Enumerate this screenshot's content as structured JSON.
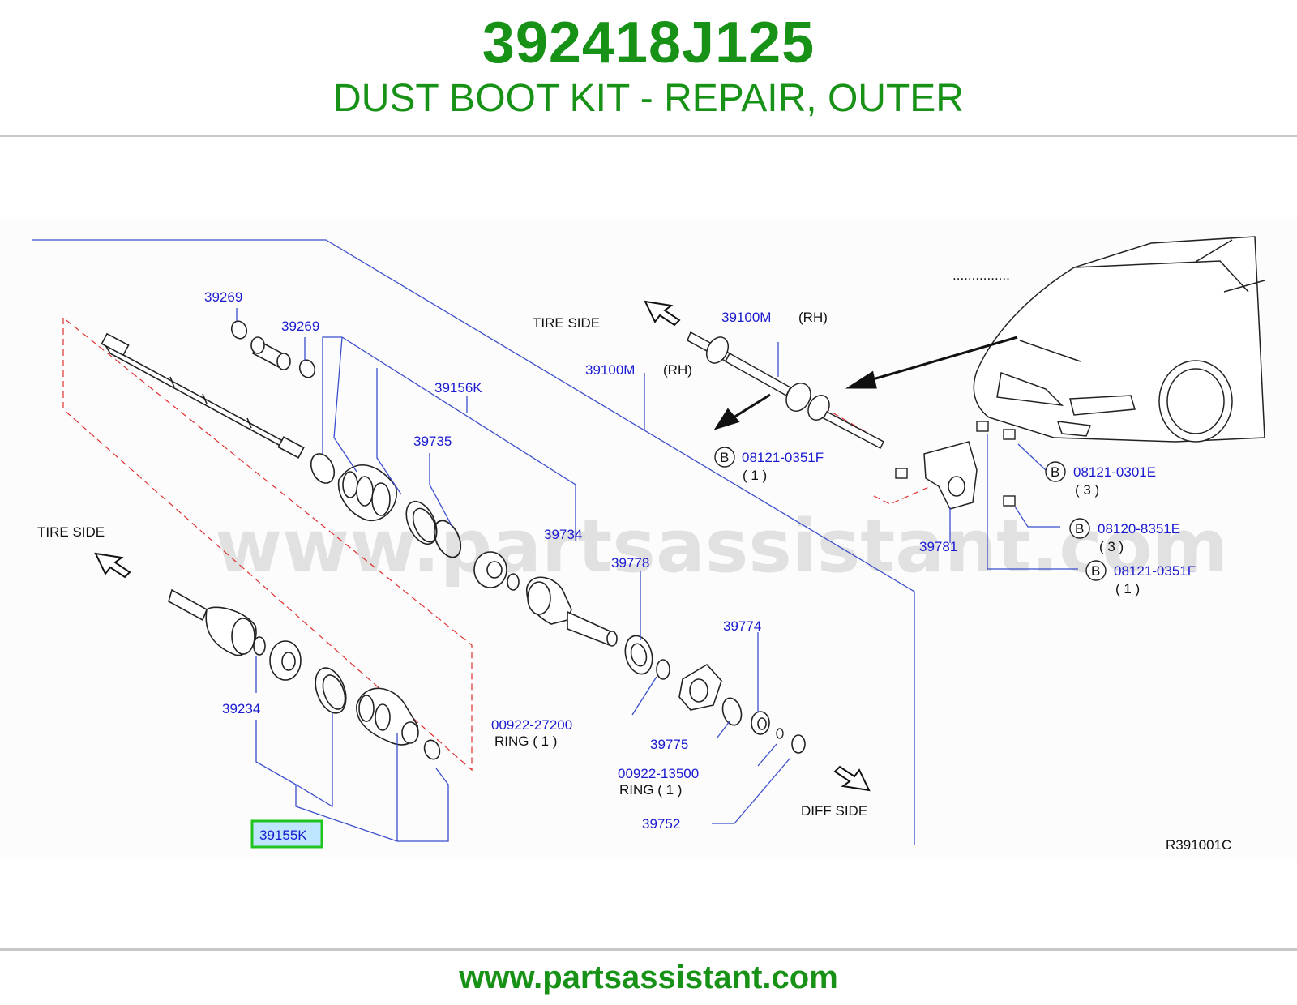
{
  "header": {
    "part_number": "392418J125",
    "description": "DUST BOOT KIT - REPAIR, OUTER"
  },
  "footer": {
    "url": "www.partsassistant.com"
  },
  "watermark": "www.partsassistant.com",
  "colors": {
    "brand_green": "#179217",
    "callout_blue": "#1a1ad0",
    "highlight": "#1fc41f",
    "leader_blue": "#3a4ecc",
    "dashed_red": "#e03030"
  },
  "diagram": {
    "ref_code": "R391001C",
    "dots": "...............",
    "sides": {
      "tire_left": "TIRE   SIDE",
      "tire_top": "TIRE   SIDE",
      "diff": "DIFF   SIDE"
    },
    "callouts": {
      "p39269a": "39269",
      "p39269b": "39269",
      "p39156k": "39156K",
      "p39735": "39735",
      "p39734": "39734",
      "p39778": "39778",
      "p39774": "39774",
      "p39775": "39775",
      "p39234": "39234",
      "p39155k": "39155K",
      "p00922_27200": "00922-27200",
      "ring1": "RING   ( 1 )",
      "p00922_13500": "00922-13500",
      "ring2": "RING   ( 1 )",
      "p39752": "39752",
      "p39100m_a": "39100M",
      "rh_a": "(RH)",
      "p39100m_b": "39100M",
      "rh_b": "(RH)",
      "p08121_0351f_a": "08121-0351F",
      "qty_a": "( 1   )",
      "p08121_0301e": "08121-0301E",
      "qty_b": "( 3   )",
      "p08120_8351e": "08120-8351E",
      "qty_c": "( 3   )",
      "p08121_0351f_b": "08121-0351F",
      "qty_d": "( 1   )",
      "p39781": "39781",
      "b_marker": "B"
    }
  }
}
